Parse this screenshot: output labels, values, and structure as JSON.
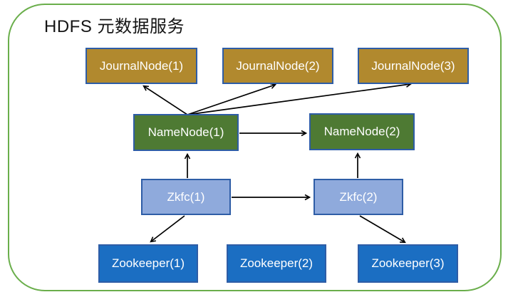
{
  "title": "HDFS 元数据服务",
  "nodes": {
    "journalnode1": "JournalNode(1)",
    "journalnode2": "JournalNode(2)",
    "journalnode3": "JournalNode(3)",
    "namenode1": "NameNode(1)",
    "namenode2": "NameNode(2)",
    "zkfc1": "Zkfc(1)",
    "zkfc2": "Zkfc(2)",
    "zookeeper1": "Zookeeper(1)",
    "zookeeper2": "Zookeeper(2)",
    "zookeeper3": "Zookeeper(3)"
  },
  "edges": [
    {
      "from": "namenode1",
      "to": "journalnode1"
    },
    {
      "from": "namenode1",
      "to": "journalnode2"
    },
    {
      "from": "namenode1",
      "to": "journalnode3"
    },
    {
      "from": "namenode1",
      "to": "namenode2"
    },
    {
      "from": "zkfc1",
      "to": "namenode1"
    },
    {
      "from": "zkfc2",
      "to": "namenode2"
    },
    {
      "from": "zkfc1",
      "to": "zkfc2"
    },
    {
      "from": "zkfc1",
      "to": "zookeeper1"
    },
    {
      "from": "zkfc2",
      "to": "zookeeper3"
    }
  ],
  "colors": {
    "journalnode_fill": "#b1892e",
    "namenode_fill": "#4e7a33",
    "zkfc_fill": "#8faadc",
    "zookeeper_fill": "#1b6ec2",
    "box_border": "#2e5da6",
    "frame_border": "#6aae4b",
    "arrow": "#000000",
    "box_text": "#ffffff",
    "title_text": "#141414"
  }
}
